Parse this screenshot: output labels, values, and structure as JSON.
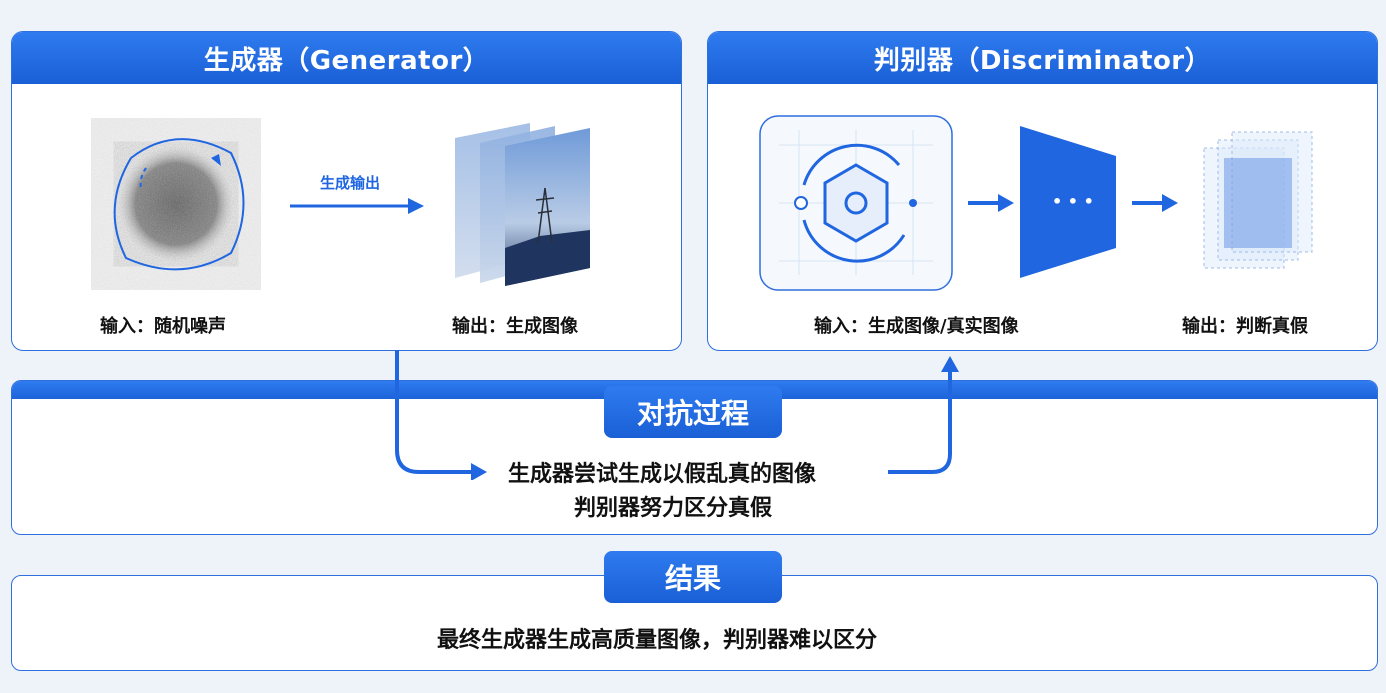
{
  "generator": {
    "title": "生成器（Generator）",
    "arrow_label": "生成输出",
    "input_label": "输入：随机噪声",
    "output_label": "输出：生成图像"
  },
  "discriminator": {
    "title": "判别器（Discriminator）",
    "ellipsis": "• • •",
    "input_label": "输入：生成图像/真实图像",
    "output_label": "输出：判断真假"
  },
  "adversarial": {
    "title": "对抗过程",
    "line1": "生成器尝试生成以假乱真的图像",
    "line2": "判别器努力区分真假"
  },
  "result": {
    "title": "结果",
    "text": "最终生成器生成高质量图像，判别器难以区分"
  },
  "colors": {
    "primary": "#1f66e0",
    "border": "#2f6fde",
    "background": "#eef3fa"
  }
}
